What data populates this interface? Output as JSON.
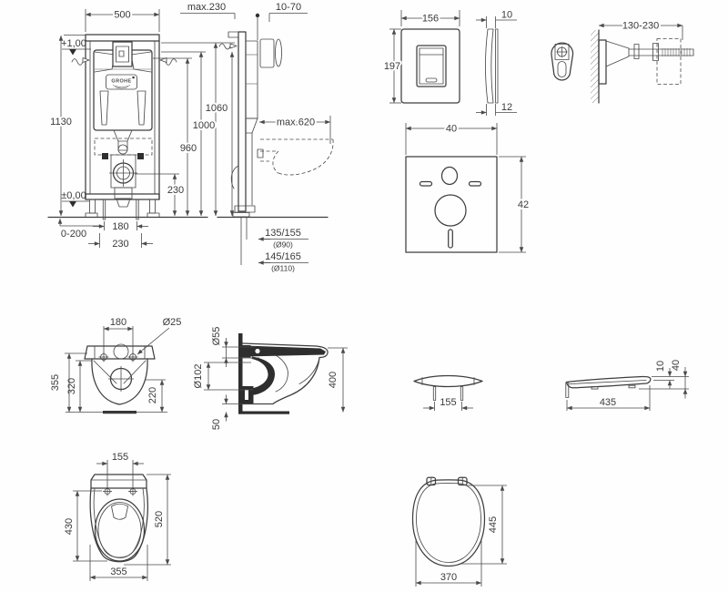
{
  "drawing": {
    "frame_front": {
      "width": "500",
      "total_height": "1130",
      "level_top": "+1,00",
      "level_zero": "±0,00",
      "h_frame": "1060",
      "h_flush": "1000",
      "h_cistern": "960",
      "outlet_height": "230",
      "foot_adjust": "0-200",
      "rod_spacing": "180",
      "supply_spacing": "230",
      "brand": "GROHE"
    },
    "frame_side": {
      "front_gap": "max.230",
      "tile_thickness": "10-70",
      "bowl_depth": "max.620",
      "outlet_a": "135/155",
      "outlet_a_dia": "(Ø90)",
      "outlet_b": "145/165",
      "outlet_b_dia": "(Ø110)"
    },
    "flush_plate": {
      "width": "156",
      "height": "197",
      "thickness_top": "10",
      "thickness_bottom": "12"
    },
    "sound_mat": {
      "width": "40",
      "height": "42"
    },
    "wall_bracket": {
      "adjust_range": "130-230"
    },
    "bowl_rear": {
      "bolt_spacing": "180",
      "bolt_dia": "Ø25",
      "height": "355",
      "height_inner": "320",
      "outlet_height": "220"
    },
    "bowl_side": {
      "flush_inlet_dia": "Ø55",
      "outlet_dia": "Ø102",
      "depth": "400",
      "clearance": "50"
    },
    "seat_front": {
      "hinge_spacing": "155"
    },
    "seat_side": {
      "length": "435",
      "front_thickness": "10",
      "height": "40"
    },
    "bowl_top": {
      "hinge_spacing": "155",
      "opening_length": "430",
      "total_length": "520",
      "width": "355"
    },
    "seat_top": {
      "width": "370",
      "length": "445"
    }
  }
}
